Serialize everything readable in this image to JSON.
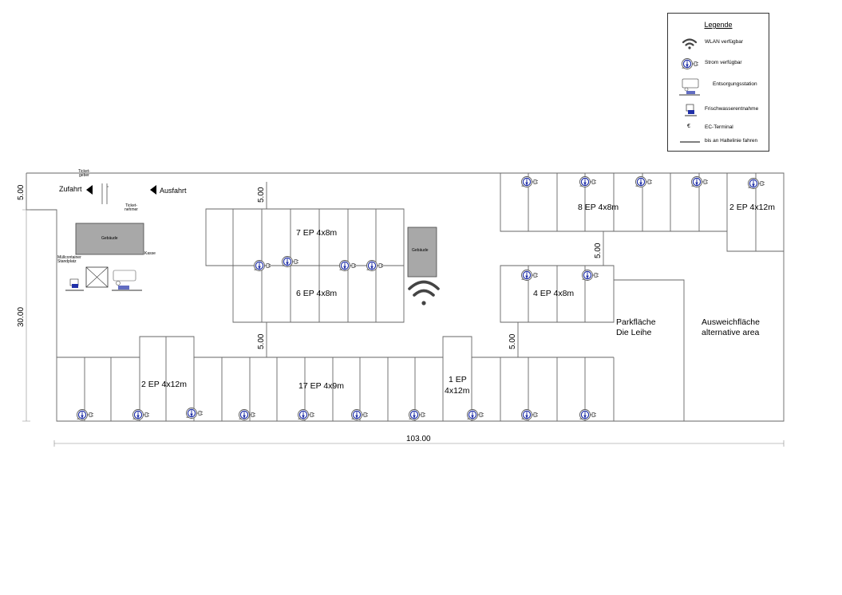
{
  "legend": {
    "title": "Legende",
    "items": [
      {
        "icon": "wifi-icon",
        "label": "WLAN verfügbar"
      },
      {
        "icon": "power-plug-icon",
        "label": "Strom verfügbar"
      },
      {
        "icon": "disposal-station-icon",
        "label": "Entsorgungsstation"
      },
      {
        "icon": "fresh-water-icon",
        "label": "Frischwasserentnahme"
      },
      {
        "icon": "euro-icon",
        "symbol": "€",
        "label": "EC-Terminal"
      },
      {
        "icon": "stop-line-icon",
        "label": "bis an Haltelinie fahren"
      }
    ]
  },
  "entrance": {
    "zufahrt": "Zufahrt",
    "ausfahrt": "Ausfahrt",
    "ticket_geber": "Ticket-\ngeber",
    "ticket_nehmer": "Ticket-\nnehmer",
    "kasse": "Kasse",
    "muellcontainer": "Müllcontainer\nStandplatz",
    "gebaeude": "Gebäude"
  },
  "building_center": "Gebäude",
  "areas": {
    "a7": "7 EP 4x8m",
    "a6": "6 EP 4x8m",
    "a8": "8 EP 4x8m",
    "a2top": "2 EP 4x12m",
    "a4": "4 EP 4x8m",
    "a2bottom": "2 EP 4x12m",
    "a17": "17 EP 4x9m",
    "a1_line1": "1 EP",
    "a1_line2": "4x12m",
    "parkflaeche_1": "Parkfläche",
    "parkflaeche_2": "Die Leihe",
    "ausweich_1": "Ausweichfläche",
    "ausweich_2": "alternative area"
  },
  "dimensions": {
    "left_top": "5.00",
    "left_height": "30.00",
    "width": "103.00",
    "lane_a": "5.00",
    "lane_b": "5.00",
    "lane_c": "5.00",
    "lane_d": "5.00"
  },
  "colors": {
    "plug_blue": "#1f2fa8",
    "building_fill": "#a8a8a8"
  }
}
